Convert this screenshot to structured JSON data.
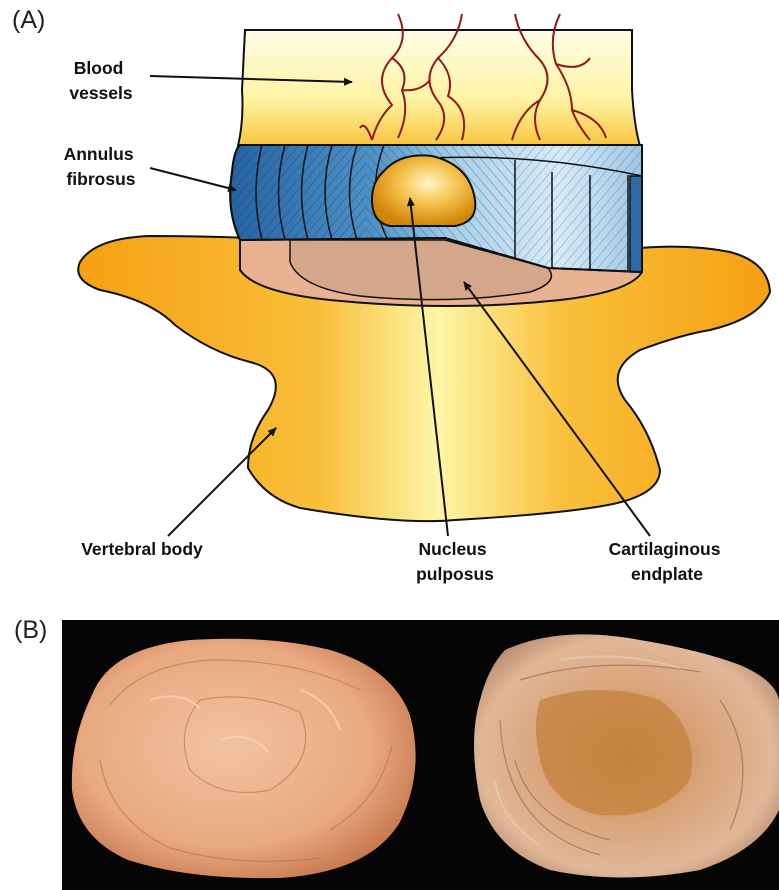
{
  "panels": [
    {
      "id": "A",
      "label": "(A)"
    },
    {
      "id": "B",
      "label": "(B)"
    }
  ],
  "labels": {
    "blood_vessels": [
      "Blood",
      "vessels"
    ],
    "annulus_fibrosus": [
      "Annulus",
      "fibrosus"
    ],
    "vertebral_body": [
      "Vertebral body"
    ],
    "nucleus_pulposus": [
      "Nucleus",
      "pulposus"
    ],
    "cartilaginous_endplate": [
      "Cartilaginous",
      "endplate"
    ]
  },
  "colors": {
    "vertebra": "#f6a81f",
    "vertebra_highlight": "#fbf7a2",
    "annulus_dark": "#2f6fb0",
    "annulus_light": "#cfe5f3",
    "endplate": "#e7b08f",
    "nucleus": "#d88a0a",
    "vessel": "#8e1b1b",
    "photo_bg": "#050505"
  },
  "photo_descriptions": {
    "left_disc": "healthy-disc-photo",
    "right_disc": "degenerated-disc-photo"
  }
}
